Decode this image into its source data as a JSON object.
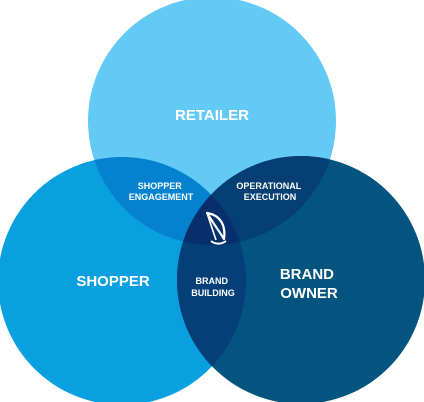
{
  "venn": {
    "sets": [
      {
        "id": "retailer",
        "label": "RETAILER",
        "color": "#62caf4"
      },
      {
        "id": "shopper",
        "label": "SHOPPER",
        "color": "#0aa0e0"
      },
      {
        "id": "brand_owner",
        "label_lines": [
          "BRAND",
          "OWNER"
        ],
        "color": "#045480"
      }
    ],
    "intersections": {
      "retailer_shopper": {
        "label_lines": [
          "SHOPPER",
          "ENGAGEMENT"
        ],
        "color": "#0582cf"
      },
      "retailer_brand_owner": {
        "label_lines": [
          "OPERATIONAL",
          "EXECUTION"
        ],
        "color": "#063f73"
      },
      "shopper_brand_owner": {
        "label_lines": [
          "BRAND",
          "BUILDING"
        ],
        "color": "#053f78"
      },
      "center": {
        "color": "#072f6c",
        "icon": "sailboat-icon"
      }
    }
  }
}
